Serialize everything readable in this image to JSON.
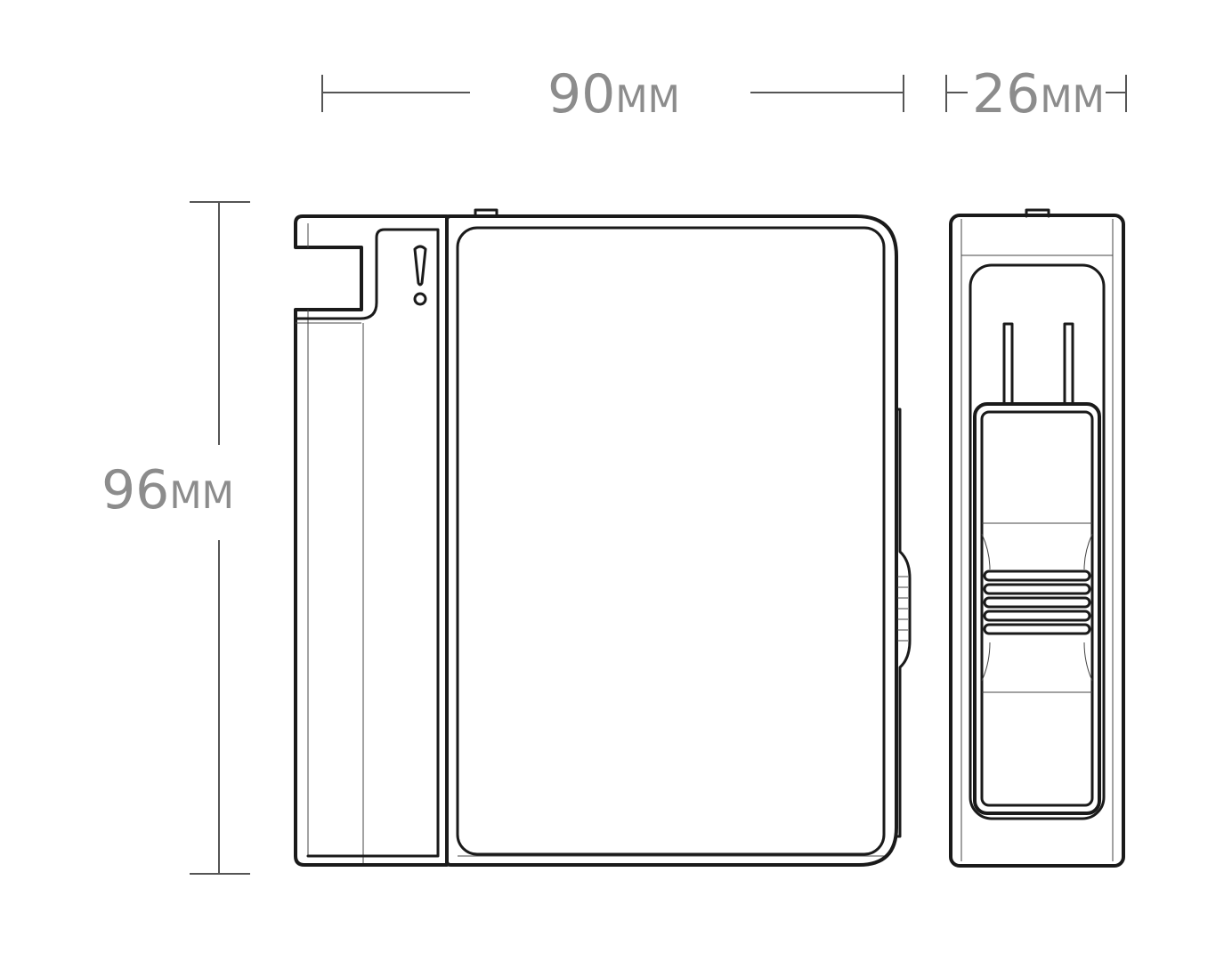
{
  "dimensions": {
    "width": {
      "value": "90",
      "unit": "MM"
    },
    "depth": {
      "value": "26",
      "unit": "MM"
    },
    "height": {
      "value": "96",
      "unit": "MM"
    }
  },
  "colors": {
    "dimension_text": "#8c8c8c",
    "dimension_line": "#555555",
    "outline": "#1a1a1a",
    "background": "#ffffff"
  },
  "icons": {
    "warning": "exclamation-mark-icon"
  }
}
